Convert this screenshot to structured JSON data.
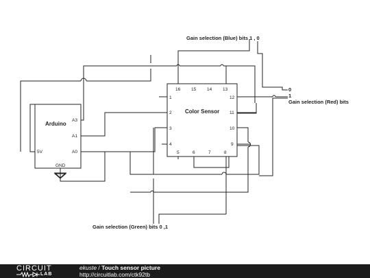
{
  "arduino": {
    "name": "Arduino",
    "pins": {
      "a3": "A3",
      "a1": "A1",
      "a0": "A0",
      "v5": "5V",
      "gnd": "GND"
    }
  },
  "sensor": {
    "name": "Color Sensor",
    "pins": [
      "16",
      "15",
      "14",
      "13",
      "1",
      "2",
      "3",
      "4",
      "5",
      "6",
      "7",
      "8",
      "12",
      "11",
      "10",
      "9"
    ]
  },
  "labels": {
    "blue": "Gain selection (Blue) bits 1 , 0",
    "red_bit0": "0",
    "red_bit1": "1",
    "red": "Gain selection (Red) bits",
    "green": "Gain selection (Green) bits 0 ,1"
  },
  "footer": {
    "logo_top": "CIRCUIT",
    "logo_bottom": "LAB",
    "author": "ekuste",
    "separator": " / ",
    "title": "Touch sensor picture",
    "url": "http://circuitlab.com/ctk92tb"
  }
}
